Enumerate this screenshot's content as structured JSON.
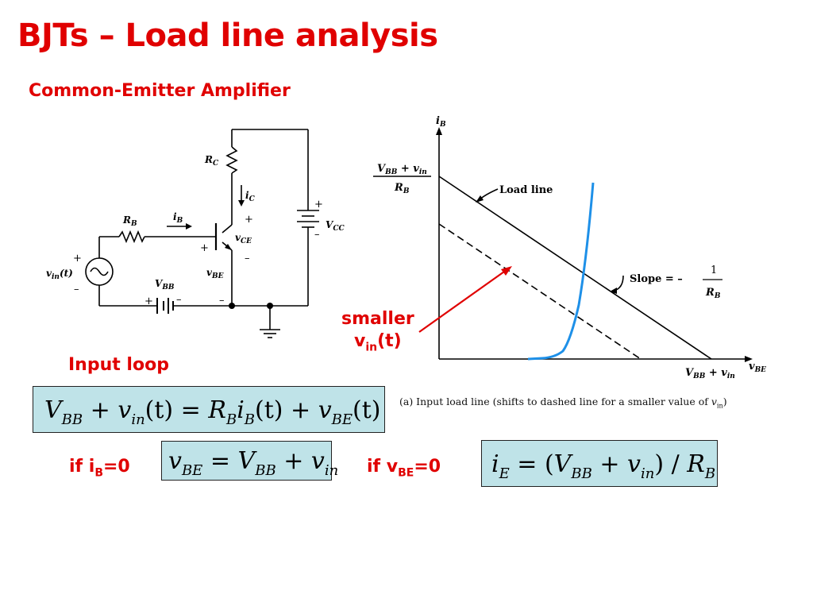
{
  "slide": {
    "title": "BJTs – Load line analysis",
    "subtitle": "Common-Emitter Amplifier",
    "input_loop_label": "Input loop",
    "smaller_line1": "smaller",
    "smaller_v": "v",
    "smaller_sub": "in",
    "smaller_tail": "(t)",
    "if_ib_prefix": "if i",
    "if_ib_sub": "B",
    "if_ib_suffix": "=0",
    "if_vbe_prefix": "if v",
    "if_vbe_sub": "BE",
    "if_vbe_suffix": "=0"
  },
  "equations": {
    "kvl": {
      "V": "V",
      "BB": "BB",
      "plus1": " + ",
      "v1": "v",
      "in1": "in",
      "t1": "(t) = ",
      "R": "R",
      "B1": "B",
      "i": "i",
      "B2": "B",
      "t2": "(t) + ",
      "v2": "v",
      "BE": "BE",
      "t3": "(t)"
    },
    "vbe": {
      "v": "v",
      "BE": "BE",
      "eq": " = ",
      "V": "V",
      "BB": "BB",
      "plus": " + ",
      "v2": "v",
      "in": "in"
    },
    "ie": {
      "i": "i",
      "E": "E",
      "eq": " = (",
      "V": "V",
      "BB": "BB",
      "plus": " + ",
      "v": "v",
      "in": "in",
      "close": ") / ",
      "R": "R",
      "B": "B"
    }
  },
  "circuit": {
    "rc": "R",
    "rc_sub": "C",
    "ic": "i",
    "ic_sub": "C",
    "rb": "R",
    "rb_sub": "B",
    "ib": "i",
    "ib_sub": "B",
    "vce": "v",
    "vce_sub": "CE",
    "vbe": "v",
    "vbe_sub": "BE",
    "vbb": "V",
    "vbb_sub": "BB",
    "vcc": "V",
    "vcc_sub": "CC",
    "vin": "v",
    "vin_sub": "in",
    "vin_tail": "(t)",
    "plus": "+",
    "minus": "–"
  },
  "graph": {
    "y_axis": "i",
    "y_axis_sub": "B",
    "x_axis": "v",
    "x_axis_sub": "BE",
    "intercept_y_num": "V",
    "intercept_y_num_sub": "BB",
    "intercept_y_num_plus": " + v",
    "intercept_y_num_sub2": "in",
    "intercept_y_den": "R",
    "intercept_y_den_sub": "B",
    "intercept_x": "V",
    "intercept_x_sub": "BB",
    "intercept_x_plus": " + v",
    "intercept_x_sub2": "in",
    "load_line_label": "Load line",
    "slope_label": "Slope = –",
    "slope_num": "1",
    "slope_den": "R",
    "slope_den_sub": "B",
    "caption": "(a) Input load line (shifts to dashed line for a smaller value of ",
    "caption_v": "v",
    "caption_sub": "in",
    "caption_tail": ")",
    "curve_color": "#1e90e8",
    "arrow_color": "#e00000"
  }
}
